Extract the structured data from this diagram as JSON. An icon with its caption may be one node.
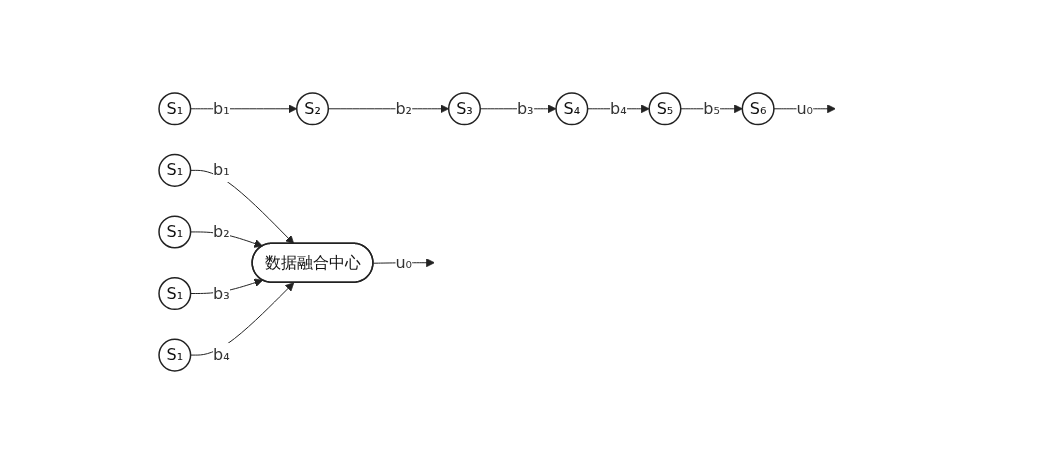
{
  "diagram": {
    "nodes": [
      {
        "text": [
          "S₁"
        ]
      },
      {
        "text": [
          "S₁"
        ]
      },
      {
        "text": [
          "S₁"
        ]
      },
      {
        "text": [
          "S₁"
        ]
      },
      {
        "text": [
          "数据融合中心"
        ]
      },
      {
        "text": [
          "S₁"
        ]
      },
      {
        "text": [
          "S₂"
        ]
      },
      {
        "text": [
          "S₃"
        ]
      },
      {
        "text": [
          "S₄"
        ]
      },
      {
        "text": [
          "S₅"
        ]
      },
      {
        "text": [
          "S₆"
        ]
      }
    ],
    "edges": [
      {
        "from": 0,
        "to": 4,
        "arrow": "to",
        "label": "b₁"
      },
      {
        "from": 1,
        "to": 4,
        "arrow": "to",
        "label": "b₂"
      },
      {
        "from": 2,
        "to": 4,
        "arrow": "to",
        "label": "b₃"
      },
      {
        "from": 3,
        "to": 4,
        "arrow": "to",
        "label": "b₄"
      },
      {
        "from": 4,
        "to": null,
        "arrow": "to",
        "label": "u₀"
      },
      {
        "from": 5,
        "to": 6,
        "arrow": "to",
        "label": "b₁"
      },
      {
        "from": 6,
        "to": 7,
        "arrow": "to",
        "label": "b₂"
      },
      {
        "from": 7,
        "to": 8,
        "arrow": "to",
        "label": "b₃"
      },
      {
        "from": 8,
        "to": 9,
        "arrow": "to",
        "label": "b₄"
      },
      {
        "from": 9,
        "to": 10,
        "arrow": "to",
        "label": "b₅"
      },
      {
        "from": 10,
        "to": null,
        "arrow": "to",
        "label": "u₀"
      }
    ]
  }
}
